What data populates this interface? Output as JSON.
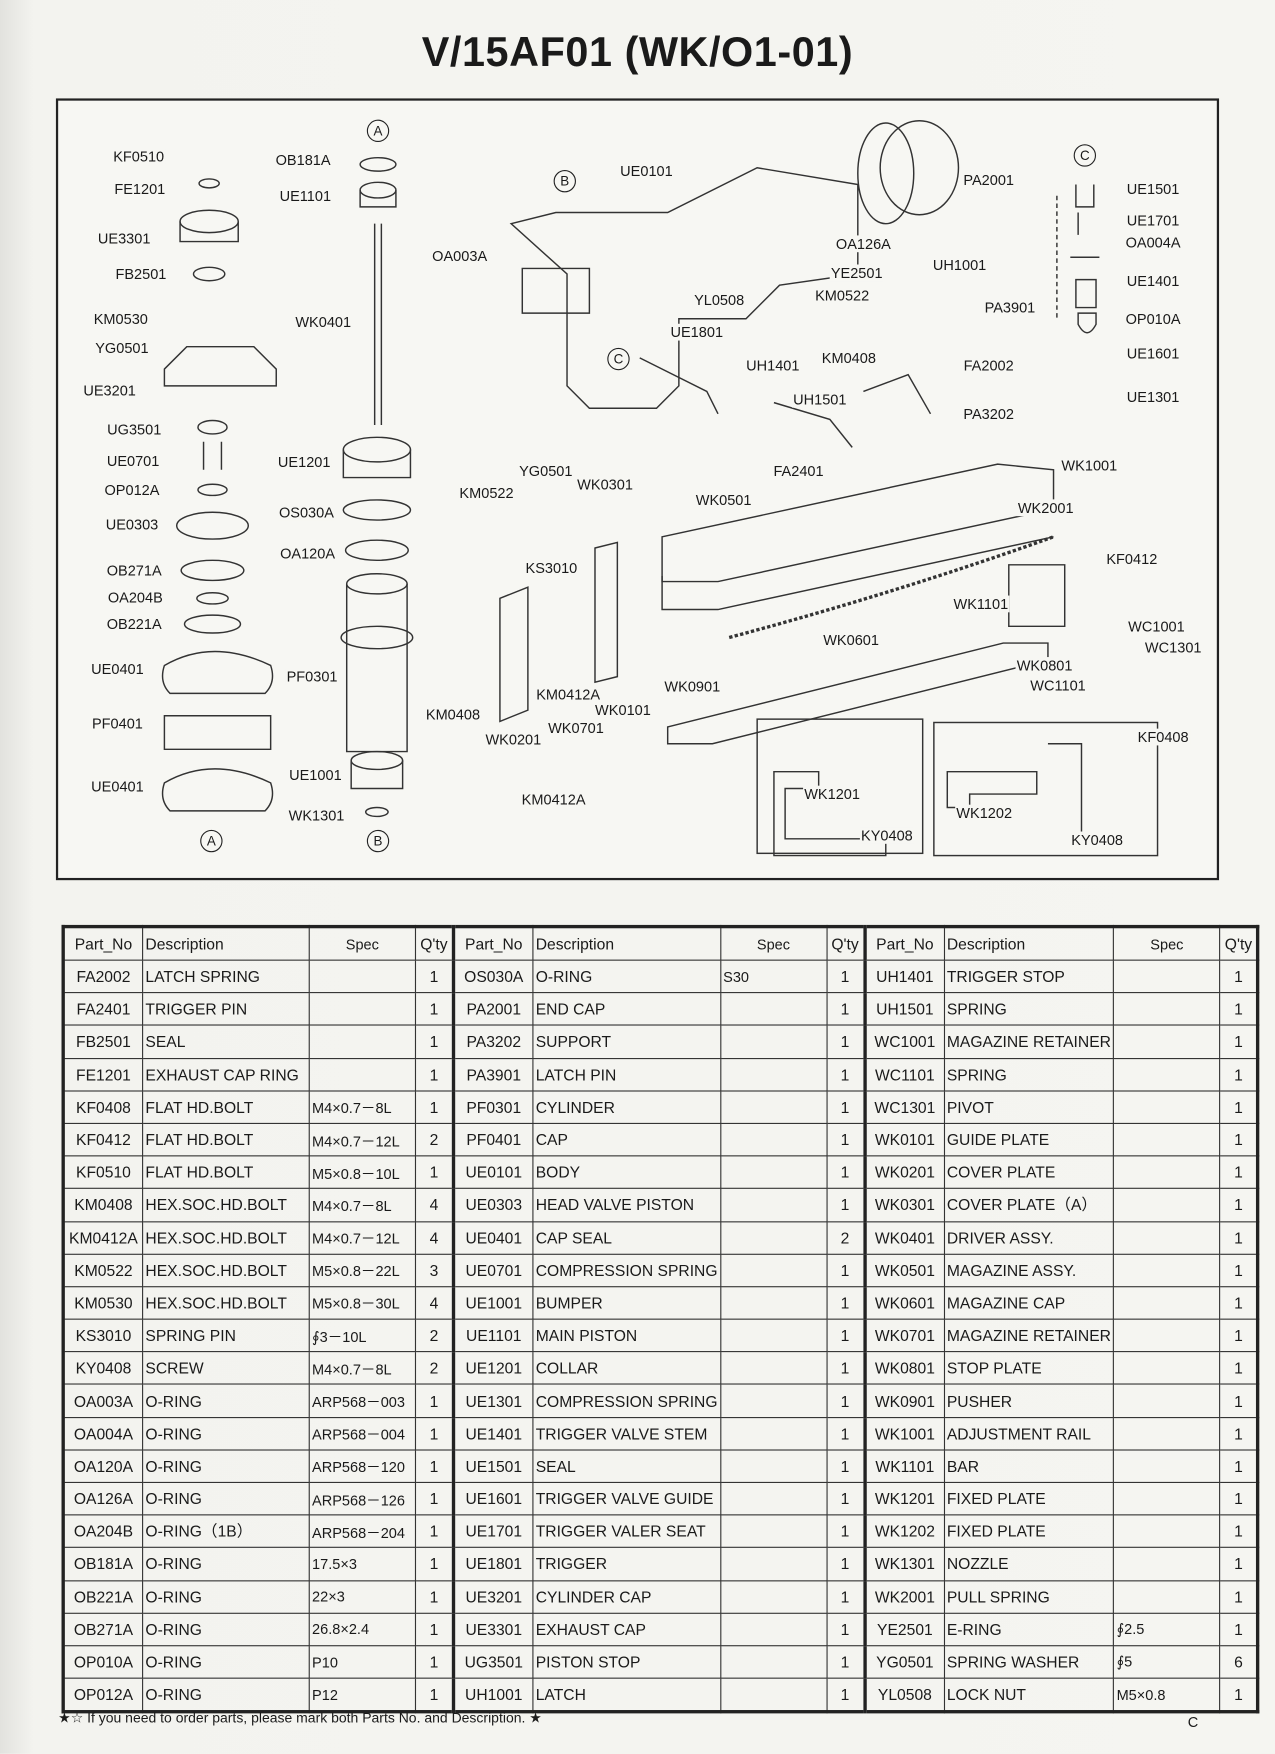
{
  "title": "V/15AF01 (WK/O1-01)",
  "diagram": {
    "callouts": [
      "A",
      "A",
      "B",
      "B",
      "C",
      "C"
    ],
    "labels": [
      "KF0510",
      "FE1201",
      "UE3301",
      "FB2501",
      "KM0530",
      "YG0501",
      "UE3201",
      "UG3501",
      "UE0701",
      "OP012A",
      "UE0303",
      "OB271A",
      "OA204B",
      "OB221A",
      "UE0401",
      "PF0401",
      "UE0401",
      "OB181A",
      "UE1101",
      "WK0401",
      "UE1201",
      "OS030A",
      "OA120A",
      "PF0301",
      "UE1001",
      "WK1301",
      "UE0101",
      "OA003A",
      "YL0508",
      "UE1801",
      "PA2001",
      "OA126A",
      "YE2501",
      "UH1001",
      "KM0522",
      "PA3901",
      "KM0408",
      "FA2002",
      "UH1401",
      "UH1501",
      "PA3202",
      "FA2401",
      "WK1001",
      "UE1501",
      "UE1701",
      "OA004A",
      "UE1401",
      "OP010A",
      "UE1601",
      "UE1301",
      "YG0501",
      "WK0301",
      "KM0522",
      "WK0501",
      "WK2001",
      "KF0412",
      "KS3010",
      "WK1101",
      "WC1001",
      "WC1301",
      "WK0601",
      "WK0801",
      "WC1101",
      "WK0901",
      "KM0412A",
      "KF0408",
      "KM0408",
      "WK0101",
      "WK0701",
      "WK0201",
      "KM0412A",
      "WK1201",
      "KY0408",
      "WK1202",
      "KY0408"
    ]
  },
  "table": {
    "headers": [
      "Part_No",
      "Description",
      "Spec",
      "Q'ty"
    ],
    "groups": [
      [
        [
          "FA2002",
          "LATCH SPRING",
          "",
          "1"
        ],
        [
          "FA2401",
          "TRIGGER PIN",
          "",
          "1"
        ],
        [
          "FB2501",
          "SEAL",
          "",
          "1"
        ],
        [
          "FE1201",
          "EXHAUST CAP RING",
          "",
          "1"
        ],
        [
          "KF0408",
          "FLAT HD.BOLT",
          "M4×0.7－8L",
          "1"
        ],
        [
          "KF0412",
          "FLAT HD.BOLT",
          "M4×0.7－12L",
          "2"
        ],
        [
          "KF0510",
          "FLAT HD.BOLT",
          "M5×0.8－10L",
          "1"
        ],
        [
          "KM0408",
          "HEX.SOC.HD.BOLT",
          "M4×0.7－8L",
          "4"
        ],
        [
          "KM0412A",
          "HEX.SOC.HD.BOLT",
          "M4×0.7－12L",
          "4"
        ],
        [
          "KM0522",
          "HEX.SOC.HD.BOLT",
          "M5×0.8－22L",
          "3"
        ],
        [
          "KM0530",
          "HEX.SOC.HD.BOLT",
          "M5×0.8－30L",
          "4"
        ],
        [
          "KS3010",
          "SPRING PIN",
          "∮3－10L",
          "2"
        ],
        [
          "KY0408",
          "SCREW",
          "M4×0.7－8L",
          "2"
        ],
        [
          "OA003A",
          "O-RING",
          "ARP568－003",
          "1"
        ],
        [
          "OA004A",
          "O-RING",
          "ARP568－004",
          "1"
        ],
        [
          "OA120A",
          "O-RING",
          "ARP568－120",
          "1"
        ],
        [
          "OA126A",
          "O-RING",
          "ARP568－126",
          "1"
        ],
        [
          "OA204B",
          "O-RING（1B）",
          "ARP568－204",
          "1"
        ],
        [
          "OB181A",
          "O-RING",
          "17.5×3",
          "1"
        ],
        [
          "OB221A",
          "O-RING",
          "22×3",
          "1"
        ],
        [
          "OB271A",
          "O-RING",
          "26.8×2.4",
          "1"
        ],
        [
          "OP010A",
          "O-RING",
          "P10",
          "1"
        ],
        [
          "OP012A",
          "O-RING",
          "P12",
          "1"
        ]
      ],
      [
        [
          "OS030A",
          "O-RING",
          "S30",
          "1"
        ],
        [
          "PA2001",
          "END CAP",
          "",
          "1"
        ],
        [
          "PA3202",
          "SUPPORT",
          "",
          "1"
        ],
        [
          "PA3901",
          "LATCH PIN",
          "",
          "1"
        ],
        [
          "PF0301",
          "CYLINDER",
          "",
          "1"
        ],
        [
          "PF0401",
          "CAP",
          "",
          "1"
        ],
        [
          "UE0101",
          "BODY",
          "",
          "1"
        ],
        [
          "UE0303",
          "HEAD VALVE PISTON",
          "",
          "1"
        ],
        [
          "UE0401",
          "CAP SEAL",
          "",
          "2"
        ],
        [
          "UE0701",
          "COMPRESSION SPRING",
          "",
          "1"
        ],
        [
          "UE1001",
          "BUMPER",
          "",
          "1"
        ],
        [
          "UE1101",
          "MAIN PISTON",
          "",
          "1"
        ],
        [
          "UE1201",
          "COLLAR",
          "",
          "1"
        ],
        [
          "UE1301",
          "COMPRESSION SPRING",
          "",
          "1"
        ],
        [
          "UE1401",
          "TRIGGER VALVE STEM",
          "",
          "1"
        ],
        [
          "UE1501",
          "SEAL",
          "",
          "1"
        ],
        [
          "UE1601",
          "TRIGGER VALVE GUIDE",
          "",
          "1"
        ],
        [
          "UE1701",
          "TRIGGER VALER SEAT",
          "",
          "1"
        ],
        [
          "UE1801",
          "TRIGGER",
          "",
          "1"
        ],
        [
          "UE3201",
          "CYLINDER CAP",
          "",
          "1"
        ],
        [
          "UE3301",
          "EXHAUST CAP",
          "",
          "1"
        ],
        [
          "UG3501",
          "PISTON STOP",
          "",
          "1"
        ],
        [
          "UH1001",
          "LATCH",
          "",
          "1"
        ]
      ],
      [
        [
          "UH1401",
          "TRIGGER STOP",
          "",
          "1"
        ],
        [
          "UH1501",
          "SPRING",
          "",
          "1"
        ],
        [
          "WC1001",
          "MAGAZINE RETAINER",
          "",
          "1"
        ],
        [
          "WC1101",
          "SPRING",
          "",
          "1"
        ],
        [
          "WC1301",
          "PIVOT",
          "",
          "1"
        ],
        [
          "WK0101",
          "GUIDE PLATE",
          "",
          "1"
        ],
        [
          "WK0201",
          "COVER PLATE",
          "",
          "1"
        ],
        [
          "WK0301",
          "COVER PLATE（A）",
          "",
          "1"
        ],
        [
          "WK0401",
          "DRIVER ASSY.",
          "",
          "1"
        ],
        [
          "WK0501",
          "MAGAZINE ASSY.",
          "",
          "1"
        ],
        [
          "WK0601",
          "MAGAZINE CAP",
          "",
          "1"
        ],
        [
          "WK0701",
          "MAGAZINE RETAINER",
          "",
          "1"
        ],
        [
          "WK0801",
          "STOP PLATE",
          "",
          "1"
        ],
        [
          "WK0901",
          "PUSHER",
          "",
          "1"
        ],
        [
          "WK1001",
          "ADJUSTMENT RAIL",
          "",
          "1"
        ],
        [
          "WK1101",
          "BAR",
          "",
          "1"
        ],
        [
          "WK1201",
          "FIXED PLATE",
          "",
          "1"
        ],
        [
          "WK1202",
          "FIXED PLATE",
          "",
          "1"
        ],
        [
          "WK1301",
          "NOZZLE",
          "",
          "1"
        ],
        [
          "WK2001",
          "PULL SPRING",
          "",
          "1"
        ],
        [
          "YE2501",
          "E-RING",
          "∮2.5",
          "1"
        ],
        [
          "YG0501",
          "SPRING WASHER",
          "∮5",
          "6"
        ],
        [
          "YL0508",
          "LOCK NUT",
          "M5×0.8",
          "1"
        ]
      ]
    ]
  },
  "footer": {
    "note": "★☆ If you need to order parts, please mark both Parts No. and Description.   ★",
    "page_mark": "C"
  }
}
